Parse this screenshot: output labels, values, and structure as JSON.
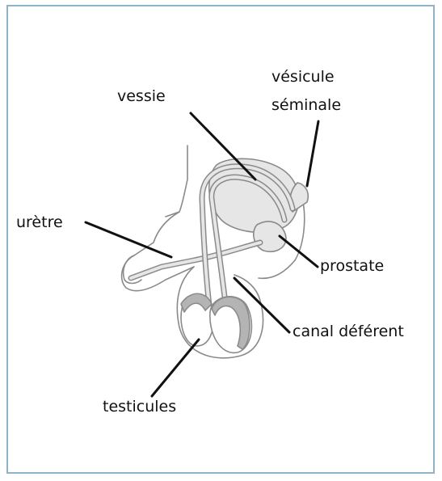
{
  "labels": {
    "vessie": "vessie",
    "vesicule_line1": "vésicule",
    "vesicule_line2": "séminale",
    "uretre": "urètre",
    "prostate": "prostate",
    "canal": "canal déférent",
    "testicules": "testicules"
  },
  "colors": {
    "frame": "#8fb4c9",
    "outline": "#8a8a8a",
    "organ_fill": "#e6e6e6",
    "shading": "#b4b4b4",
    "leader": "#111111"
  }
}
